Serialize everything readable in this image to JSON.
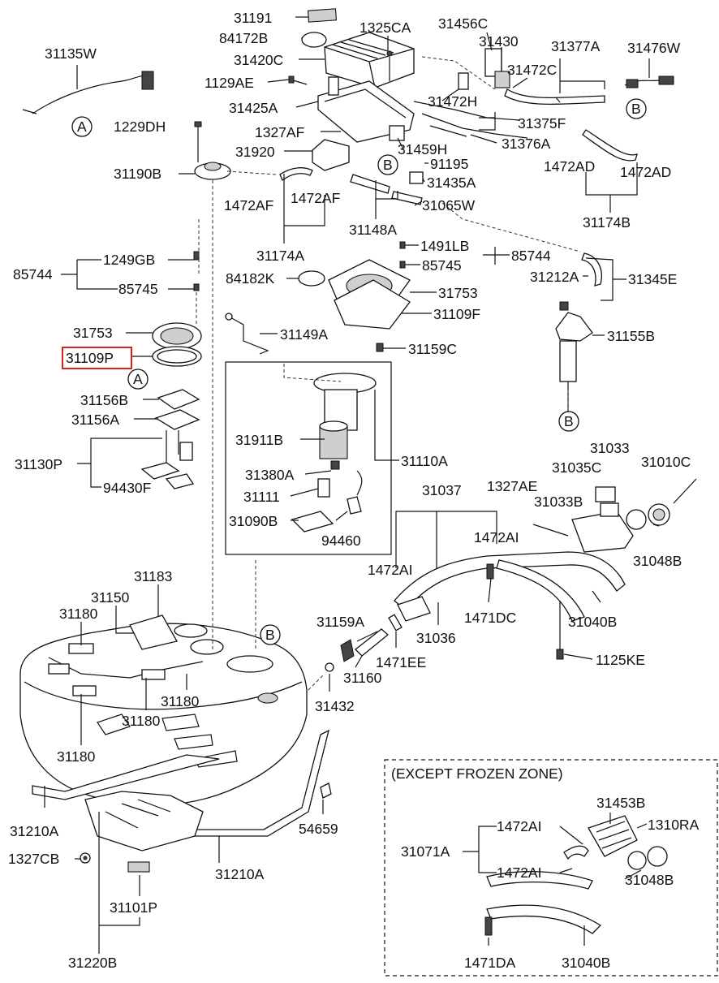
{
  "callouts": {
    "p31191": "31191",
    "p84172b": "84172B",
    "p31420c": "31420C",
    "p1325ca": "1325CA",
    "p31456c": "31456C",
    "p31430": "31430",
    "p31377a": "31377A",
    "p31476w": "31476W",
    "p31135w": "31135W",
    "p1129ae": "1129AE",
    "p31472c": "31472C",
    "p31425a": "31425A",
    "p31472h": "31472H",
    "p1229dh": "1229DH",
    "p31375f": "31375F",
    "p1327af": "1327AF",
    "p31376a": "31376A",
    "p31920": "31920",
    "p31459h": "31459H",
    "p91195": "91195",
    "p1472ad_a": "1472AD",
    "p1472ad_b": "1472AD",
    "p31190b": "31190B",
    "p31435a": "31435A",
    "p1472af_a": "1472AF",
    "p1472af_b": "1472AF",
    "p31065w": "31065W",
    "p31174b": "31174B",
    "p31148a": "31148A",
    "p31174a": "31174A",
    "p1491lb": "1491LB",
    "p85744_top": "85744",
    "p85745_top": "85745",
    "p85744_left": "85744",
    "p1249gb": "1249GB",
    "p85745_left": "85745",
    "p84182k": "84182K",
    "p31753_top": "31753",
    "p31212a": "31212A",
    "p31345e": "31345E",
    "p31109f": "31109F",
    "p31753_left": "31753",
    "p31149a": "31149A",
    "p31155b": "31155B",
    "p31109p": "31109P",
    "p31159c": "31159C",
    "p31156b": "31156B",
    "p31156a": "31156A",
    "p31911b": "31911B",
    "p31130p": "31130P",
    "p31110a": "31110A",
    "p31033": "31033",
    "p31035c": "31035C",
    "p31010c": "31010C",
    "p31380a": "31380A",
    "p31037": "31037",
    "p1327ae": "1327AE",
    "p94430f": "94430F",
    "p31111": "31111",
    "p31033b": "31033B",
    "p31090b": "31090B",
    "p94460": "94460",
    "p1472ai_a": "1472AI",
    "p31048b_a": "31048B",
    "p31183": "31183",
    "p1472ai_b": "1472AI",
    "p31150": "31150",
    "p31180_a": "31180",
    "p1471dc": "1471DC",
    "p31040b_a": "31040B",
    "p31159a": "31159A",
    "p31036": "31036",
    "p1471ee": "1471EE",
    "p1125ke": "1125KE",
    "p31160": "31160",
    "p31180_b": "31180",
    "p31432": "31432",
    "p31180_c": "31180",
    "p31180_d": "31180",
    "p31210a_a": "31210A",
    "p54659": "54659",
    "p1327cb": "1327CB",
    "p31210a_b": "31210A",
    "p31101p": "31101P",
    "p31220b": "31220B",
    "p31453b": "31453B",
    "p1472ai_c": "1472AI",
    "p1310ra": "1310RA",
    "p31071a": "31071A",
    "p1472ai_d": "1472AI",
    "p31048b_b": "31048B",
    "p1471da": "1471DA",
    "p31040b_b": "31040B"
  },
  "markers": {
    "a_left": "A",
    "a_mid": "A",
    "b_top": "B",
    "b_right_top": "B",
    "b_right_bottom": "B",
    "b_tank": "B"
  },
  "inset": {
    "title": "(EXCEPT FROZEN ZONE)"
  },
  "highlight": {
    "part": "31109P",
    "color": "#e02020"
  }
}
